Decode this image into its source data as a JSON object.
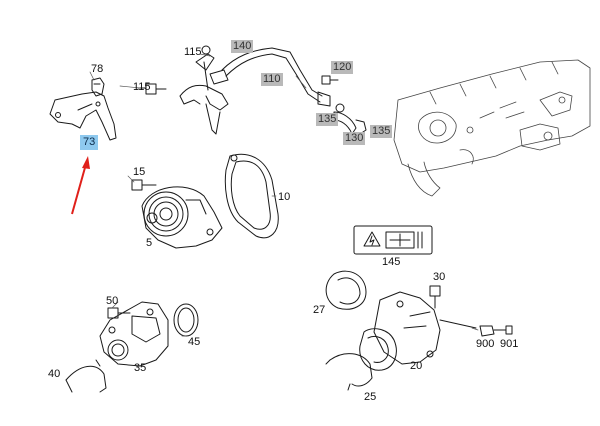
{
  "diagram": {
    "highlight_color": "#8ec9ef",
    "grey_tag_color": "#b9b9b9",
    "arrow_color": "#e0201a",
    "line_color": "#1a1a1a",
    "labels": {
      "p78": "78",
      "p73": "73",
      "p115a": "115",
      "p140": "140",
      "p115b": "115",
      "p120": "120",
      "p110": "110",
      "p135a": "135",
      "p135b": "135",
      "p130": "130",
      "p15": "15",
      "p10": "10",
      "p5": "5",
      "p145": "145",
      "p30": "30",
      "p27": "27",
      "p50": "50",
      "p45": "45",
      "p900": "900",
      "p901": "901",
      "p40": "40",
      "p35": "35",
      "p20": "20",
      "p25": "25"
    }
  }
}
